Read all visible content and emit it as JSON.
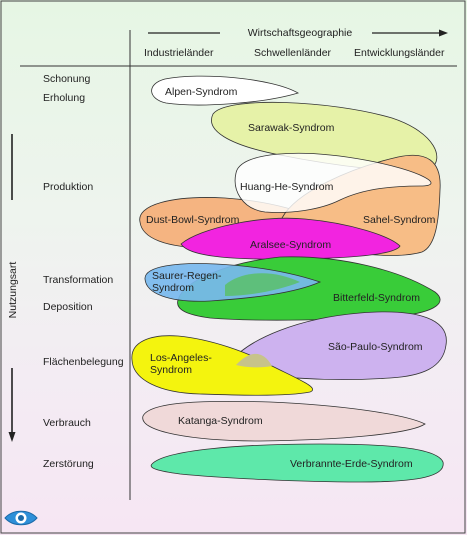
{
  "header": {
    "axis_title": "Wirtschaftsgeographie",
    "columns": [
      "Industrieländer",
      "Schwellenländer",
      "Entwicklungsländer"
    ]
  },
  "side_axis": {
    "title": "Nutzungsart"
  },
  "rows": {
    "r1a": "Schonung",
    "r1b": "Erholung",
    "r2": "Produktion",
    "r3a": "Transformation",
    "r3b": "Deposition",
    "r4": "Flächenbelegung",
    "r5": "Verbrauch",
    "r6": "Zerstörung"
  },
  "syndromes": {
    "alpen": "Alpen-Syndrom",
    "sarawak": "Sarawak-Syndrom",
    "huang": "Huang-He-Syndrom",
    "dust": "Dust-Bowl-Syndrom",
    "sahel": "Sahel-Syndrom",
    "aralsee": "Aralsee-Syndrom",
    "saurer1": "Saurer-Regen-",
    "saurer2": "Syndrom",
    "bitterfeld": "Bitterfeld-Syndrom",
    "saopaulo": "São-Paulo-Syndrom",
    "la1": "Los-Angeles-",
    "la2": "Syndrom",
    "katanga": "Katanga-Syndrom",
    "verbrannte": "Verbrannte-Erde-Syndrom"
  },
  "colors": {
    "alpen": "#ffffff",
    "sarawak": "#e6f2a8",
    "huang": "#ffffff",
    "dust": "#f5b481",
    "sahel": "#f7bd86",
    "aralsee": "#f224e0",
    "saurer": "#78b9ee",
    "bitterfeld": "#39cc39",
    "saopaulo": "#cdb2ef",
    "la": "#f4f40e",
    "katanga": "#f0d9d9",
    "verbrannte": "#5ee8aa"
  },
  "logo": {
    "icon": "eye-icon"
  }
}
